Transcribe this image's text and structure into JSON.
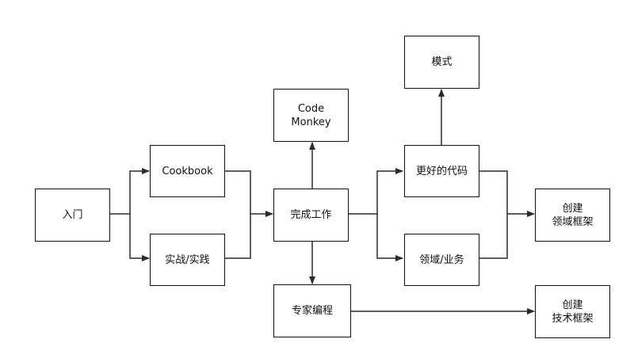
{
  "nodes": {
    "entry": "入门",
    "cookbook": "Cookbook",
    "practice": "实战/实践",
    "complete_work": "完成工作",
    "code_monkey": "Code\nMonkey",
    "expert_programming": "专家编程",
    "better_code": "更好的代码",
    "patterns": "模式",
    "domain_business": "领域/业务",
    "create_domain_framework": "创建\n领域框架",
    "create_tech_framework": "创建\n技术框架"
  },
  "colors": {
    "line": "#2b2b2b",
    "border": "#111111",
    "text": "#111111",
    "background": "#ffffff"
  }
}
